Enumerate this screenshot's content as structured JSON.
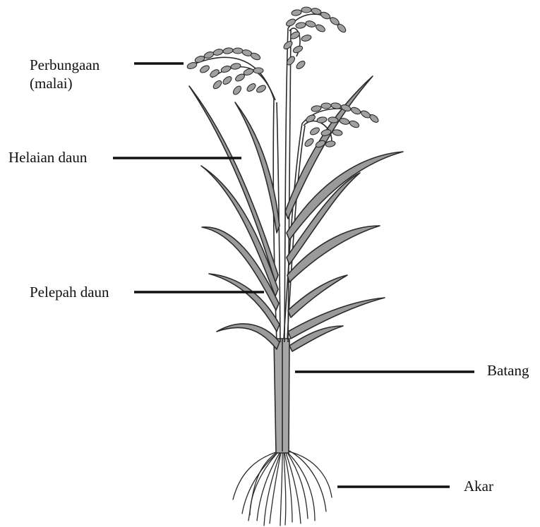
{
  "labels": {
    "inflorescence_line1": "Perbungaan",
    "inflorescence_line2": "(malai)",
    "leaf_blade": "Helaian daun",
    "leaf_sheath": "Pelepah daun",
    "stem": "Batang",
    "root": "Akar"
  },
  "colors": {
    "plant_fill": "#9a9a9a",
    "outline": "#2b2b2b",
    "leader_line": "#111111"
  }
}
